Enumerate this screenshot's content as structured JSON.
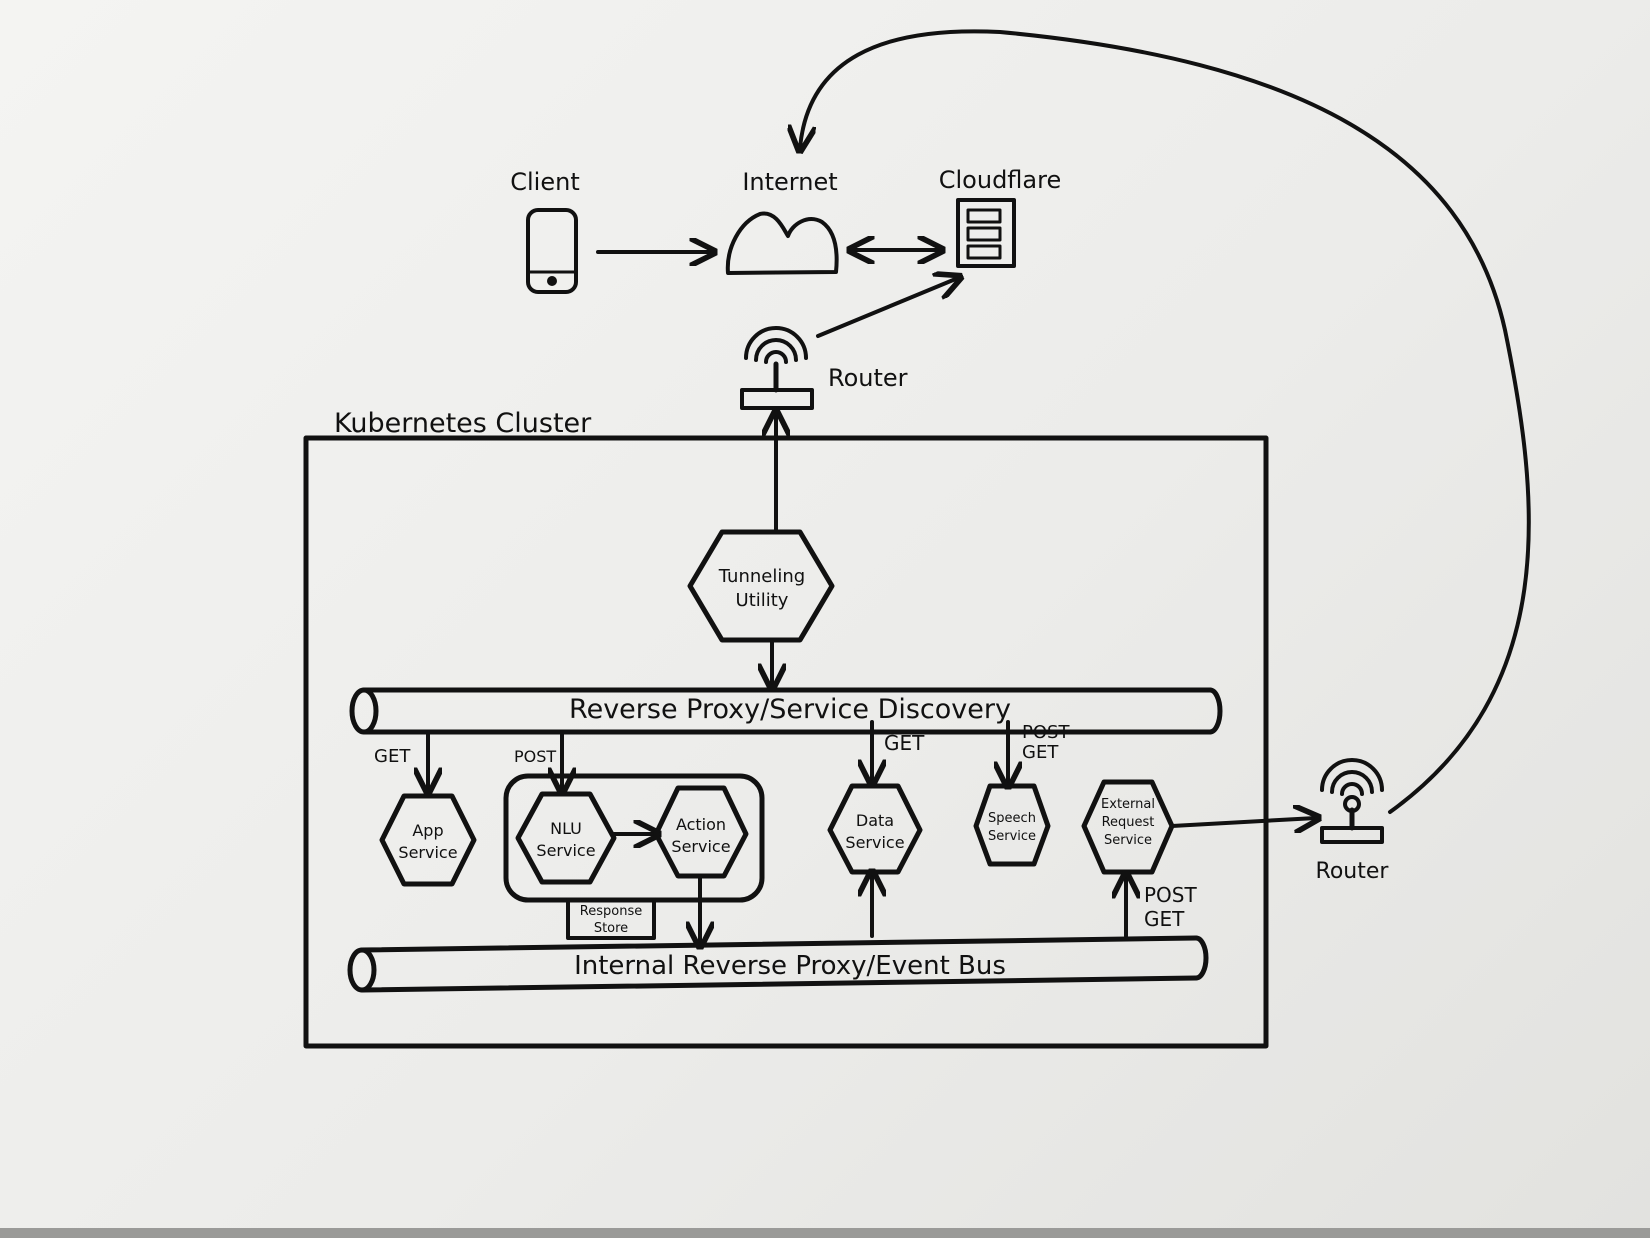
{
  "nodes": {
    "client": "Client",
    "internet": "Internet",
    "cloudflare": "Cloudflare",
    "router_top": "Router",
    "router_right": "Router",
    "tunneling_utility": [
      "Tunneling",
      "Utility"
    ],
    "app_service": [
      "App",
      "Service"
    ],
    "nlu_service": [
      "NLU",
      "Service"
    ],
    "action_service": [
      "Action",
      "Service"
    ],
    "response_store": [
      "Response",
      "Store"
    ],
    "data_service": [
      "Data",
      "Service"
    ],
    "speech_service": [
      "Speech",
      "Service"
    ],
    "external_request_service": [
      "External",
      "Request",
      "Service"
    ]
  },
  "cluster": {
    "title": "Kubernetes Cluster",
    "reverse_proxy": "Reverse Proxy/Service Discovery",
    "internal_bus": "Internal Reverse Proxy/Event Bus"
  },
  "edges": {
    "to_app": "GET",
    "to_nlu": "POST",
    "to_data": "GET",
    "to_speech": [
      "POST",
      "GET"
    ],
    "bus_to_external": [
      "POST",
      "GET"
    ]
  }
}
